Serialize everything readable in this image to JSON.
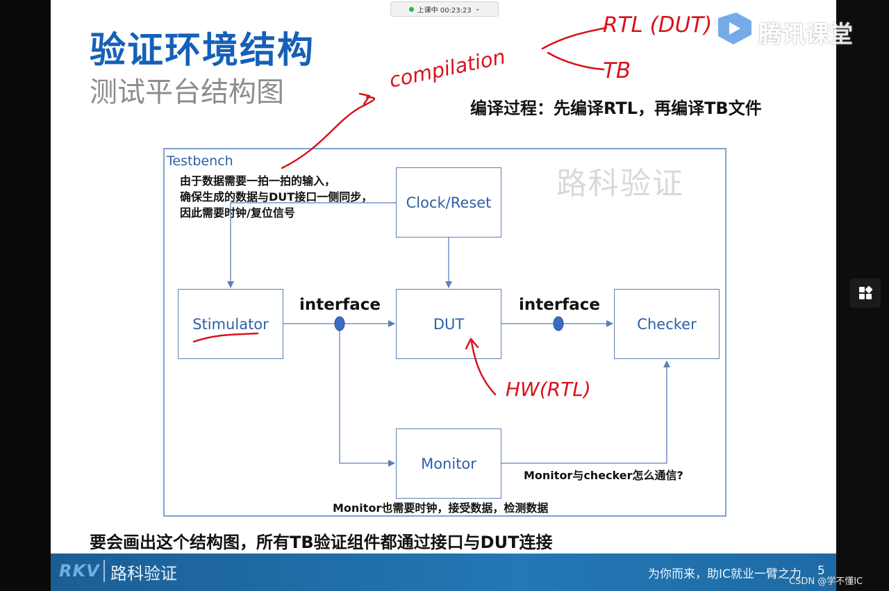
{
  "live": {
    "status": "上课中 00:23:23"
  },
  "slide": {
    "title": "验证环境结构",
    "subtitle": "测试平台结构图",
    "compile_note": "编译过程：先编译RTL，再编译TB文件",
    "testbench_label": "Testbench",
    "watermark": "路科验证",
    "tb_note_lines": [
      "由于数据需要一拍一拍的输入，",
      "确保生成的数据与DUT接口一侧同步，",
      "因此需要时钟/复位信号"
    ],
    "blocks": {
      "clock_reset": "Clock/Reset",
      "stimulator": "Stimulator",
      "dut": "DUT",
      "checker": "Checker",
      "monitor": "Monitor"
    },
    "interface_left": "interface",
    "interface_right": "interface",
    "monitor_note": "Monitor也需要时钟，接受数据，检测数据",
    "comm_note": "Monitor与checker怎么通信?",
    "bottom_note": "要会画出这个结构图，所有TB验证组件都通过接口与DUT连接",
    "handwritten": {
      "compilation": "compilation",
      "rtl_dut": "RTL (DUT)",
      "tb": "TB",
      "hw_rtl": "HW(RTL)"
    },
    "footer": {
      "logo": "RKV",
      "brand": "路科验证",
      "slogan": "为你而来，助IC就业一臂之力",
      "page": "5"
    }
  },
  "platform": {
    "brand": "腾讯课堂",
    "watermark": "CSDN @学不懂IC"
  },
  "colors": {
    "title_blue": "#1560b8",
    "block_text": "#2e5fa8",
    "annotation_red": "#d8121b",
    "footer_blue": "#2378b5"
  },
  "icons": [
    "tencent-classroom-logo",
    "grid-icon"
  ]
}
